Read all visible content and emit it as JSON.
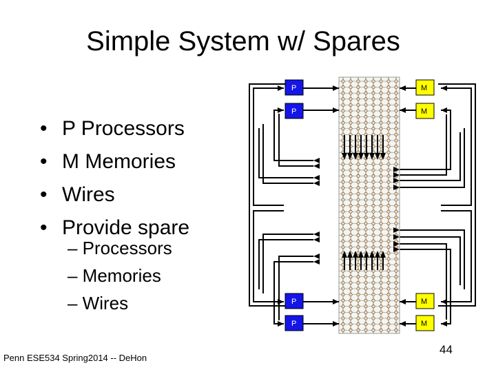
{
  "title": "Simple System w/ Spares",
  "bullets": [
    "P Processors",
    "M Memories",
    "Wires",
    "Provide spare"
  ],
  "bullet_symbol": "•",
  "sub_bullets": [
    "– Processors",
    "– Memories",
    "– Wires"
  ],
  "footer": "Penn ESE534 Spring2014 -- DeHon",
  "page_number": "44",
  "diagram": {
    "processor_label": "P",
    "memory_label": "M",
    "processor_color": "#1515e8",
    "memory_color": "#ffff00"
  }
}
